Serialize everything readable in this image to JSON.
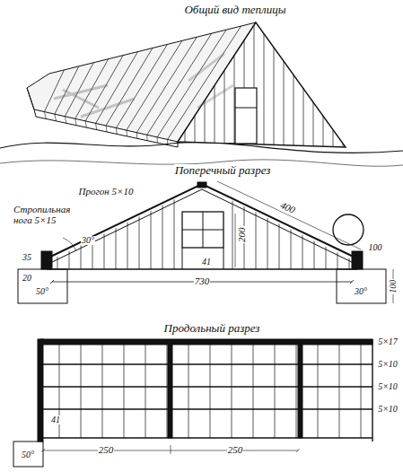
{
  "diagram": {
    "labels": [
      "Общий вид теплицы",
      "Поперечный разрез",
      "Прогон 5×10",
      "Стропильная нога 5×15",
      "30°",
      "400",
      "200",
      "41",
      "100",
      "35",
      "20",
      "50°",
      "730",
      "30°",
      "100",
      "Продольный разрез",
      "5×17",
      "5×10",
      "5×10",
      "5×10",
      "41",
      "250",
      "250",
      "50°"
    ]
  }
}
